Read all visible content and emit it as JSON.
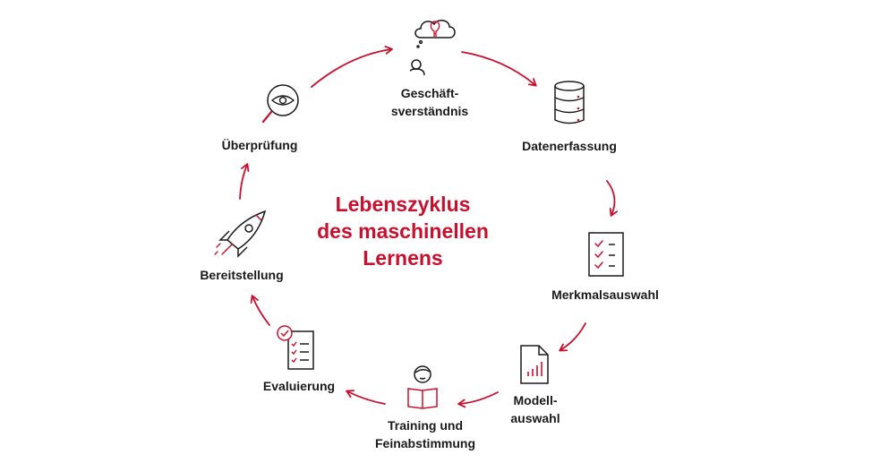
{
  "title": {
    "line1": "Lebenszyklus",
    "line2": "des maschinellen",
    "line3": "Lernens"
  },
  "stages": {
    "business": {
      "line1": "Geschäft-",
      "line2": "sverständnis",
      "icon": "idea-person-icon"
    },
    "data": {
      "label": "Datenerfassung",
      "icon": "database-icon"
    },
    "features": {
      "label": "Merkmalsauswahl",
      "icon": "checklist-icon"
    },
    "model": {
      "line1": "Modell-",
      "line2": "auswahl",
      "icon": "document-chart-icon"
    },
    "training": {
      "line1": "Training und",
      "line2": "Feinabstimmung",
      "icon": "person-reading-icon"
    },
    "evaluation": {
      "label": "Evaluierung",
      "icon": "clipboard-check-icon"
    },
    "deployment": {
      "label": "Bereitstellung",
      "icon": "rocket-icon"
    },
    "review": {
      "label": "Überprüfung",
      "icon": "magnifier-eye-icon"
    }
  },
  "colors": {
    "accent": "#c8102e",
    "ink": "#1a1a1a"
  }
}
